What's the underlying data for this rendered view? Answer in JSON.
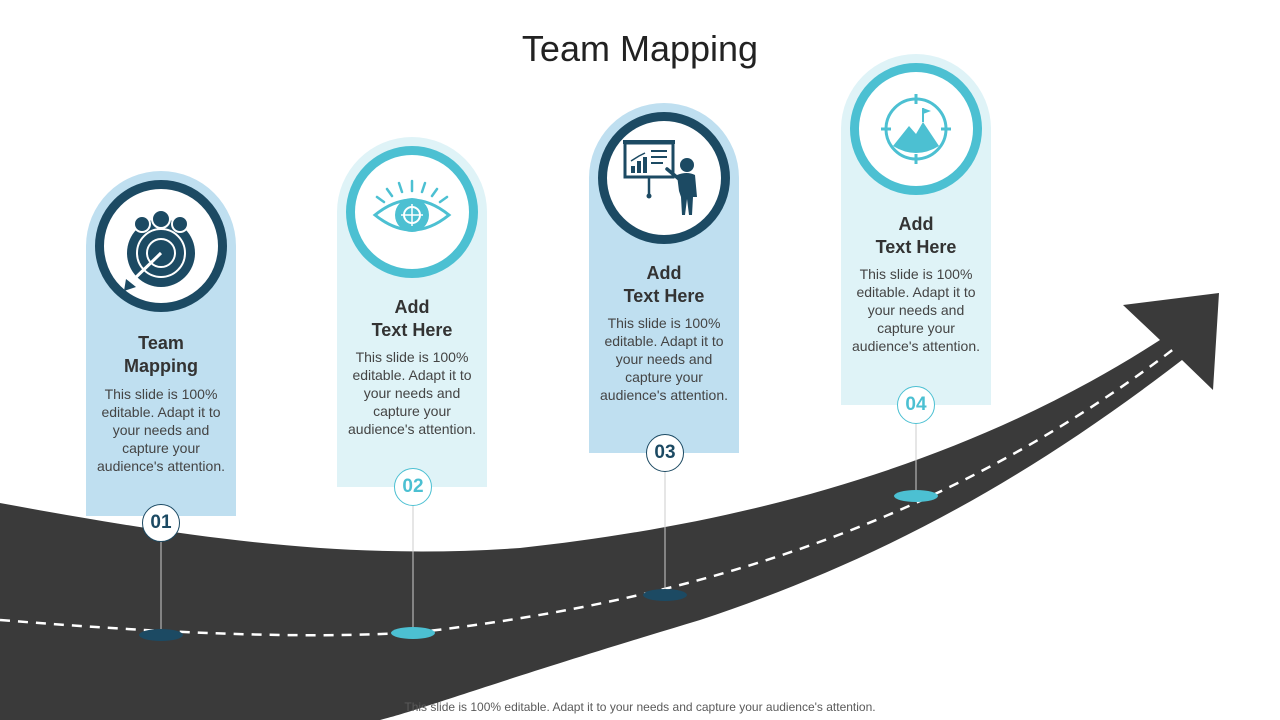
{
  "title": "Team Mapping",
  "colors": {
    "dark": "#1c4a63",
    "light": "#4cc0d2",
    "card_dark": "#bfdff0",
    "card_light": "#dff3f7",
    "road": "#3a3a3a"
  },
  "steps": [
    {
      "number": "01",
      "title": "Team\nMapping",
      "body": "This slide is 100% editable. Adapt it to your needs and capture your audience's attention.",
      "icon": "team-target-icon"
    },
    {
      "number": "02",
      "title": "Add\nText Here",
      "body": "This slide is 100% editable. Adapt it to your needs and capture your audience's attention.",
      "icon": "eye-icon"
    },
    {
      "number": "03",
      "title": "Add\nText Here",
      "body": "This slide is 100% editable. Adapt it to your needs and capture your audience's attention.",
      "icon": "presentation-icon"
    },
    {
      "number": "04",
      "title": "Add\nText Here",
      "body": "This slide is 100% editable. Adapt it to your needs and capture your audience's attention.",
      "icon": "mountain-target-icon"
    }
  ],
  "footer": "This slide is 100% editable. Adapt it to your needs and capture your audience's attention."
}
